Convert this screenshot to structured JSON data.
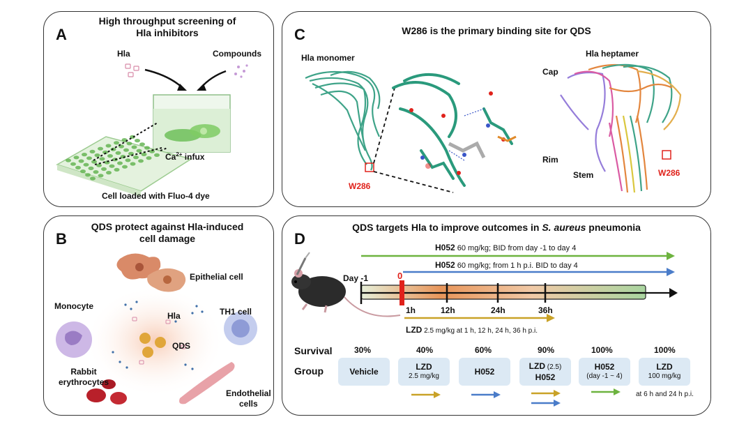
{
  "panel_a": {
    "label": "A",
    "title_line1": "High throughput screening of",
    "title_line2": "Hla inhibitors",
    "hla": "Hla",
    "compounds": "Compounds",
    "ca_influx": "Ca",
    "ca_sup": "2+",
    "ca_rest": " infux",
    "footer": "Cell loaded with Fluo-4 dye"
  },
  "panel_b": {
    "label": "B",
    "title_line1": "QDS protect against Hla-induced",
    "title_line2": "cell damage",
    "epithelial": "Epithelial cell",
    "monocyte": "Monocyte",
    "th1": "TH1 cell",
    "hla": "Hla",
    "qds": "QDS",
    "rabbit_line1": "Rabbit",
    "rabbit_line2": "erythrocytes",
    "endo_line1": "Endothelial",
    "endo_line2": "cells"
  },
  "panel_c": {
    "label": "C",
    "title": "W286 is the primary binding site for QDS",
    "monomer": "Hla monomer",
    "heptamer": "Hla heptamer",
    "cap": "Cap",
    "rim": "Rim",
    "stem": "Stem",
    "w286_left": "W286",
    "w286_right": "W286"
  },
  "panel_d": {
    "label": "D",
    "title_prefix": "QDS targets Hla to improve outcomes in ",
    "title_italic": "S. aureus",
    "title_suffix": " pneumonia",
    "arrow1_bold": "H052",
    "arrow1_rest": " 60 mg/kg; BID from day -1 to day 4",
    "arrow2_bold": "H052",
    "arrow2_rest": " 60 mg/kg; from 1 h p.i. BID to day 4",
    "day_label": "Day -1",
    "zero_label": "0",
    "ticks": [
      "1h",
      "12h",
      "24h",
      "36h"
    ],
    "lzd_bold": "LZD",
    "lzd_rest": " 2.5 mg/kg at 1 h, 12 h, 24 h, 36 h p.i.",
    "survival_label": "Survival",
    "group_label": "Group",
    "survival": [
      "30%",
      "40%",
      "60%",
      "90%",
      "100%",
      "100%"
    ],
    "groups": {
      "g1": "Vehicle",
      "g2_main": "LZD",
      "g2_sub": "2.5 mg/kg",
      "g3": "H052",
      "g4_main": "LZD",
      "g4_paren": " (2.5)",
      "g4_second": "H052",
      "g5_main": "H052",
      "g5_sub": "(day -1 ~ 4)",
      "g6_main": "LZD",
      "g6_sub": "100 mg/kg"
    },
    "g6_note": "at 6 h and 24 h p.i."
  },
  "colors": {
    "green_arrow": "#6db33f",
    "blue_arrow": "#4a7cc9",
    "gold_arrow": "#c9a227",
    "red_marker": "#e0221b",
    "protein_teal": "#2a9a7c",
    "group_box": "#dce9f4"
  }
}
